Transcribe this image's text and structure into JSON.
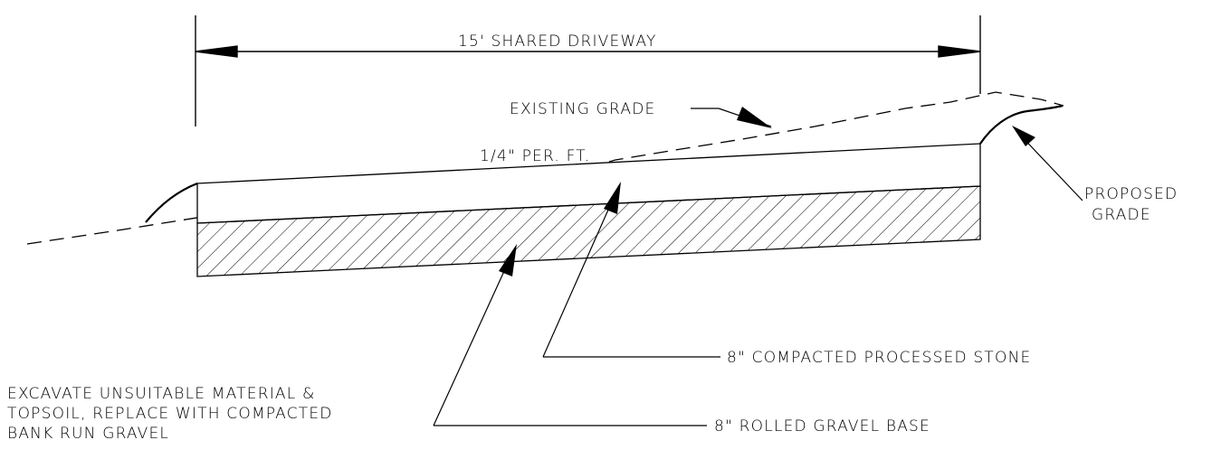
{
  "drawing": {
    "dimension_label": "15' SHARED DRIVEWAY",
    "existing_grade_label": "EXISTING GRADE",
    "slope_label": "1/4\" PER. FT.",
    "proposed_grade_label": [
      "PROPOSED",
      "GRADE"
    ],
    "stone_label": "8\" COMPACTED PROCESSED STONE",
    "gravel_label": "8\" ROLLED GRAVEL BASE",
    "excavate_note": [
      "EXCAVATE UNSUITABLE MATERIAL &",
      "TOPSOIL, REPLACE WITH COMPACTED",
      "BANK RUN GRAVEL"
    ]
  },
  "colors": {
    "line": "#000000",
    "background": "#ffffff"
  }
}
